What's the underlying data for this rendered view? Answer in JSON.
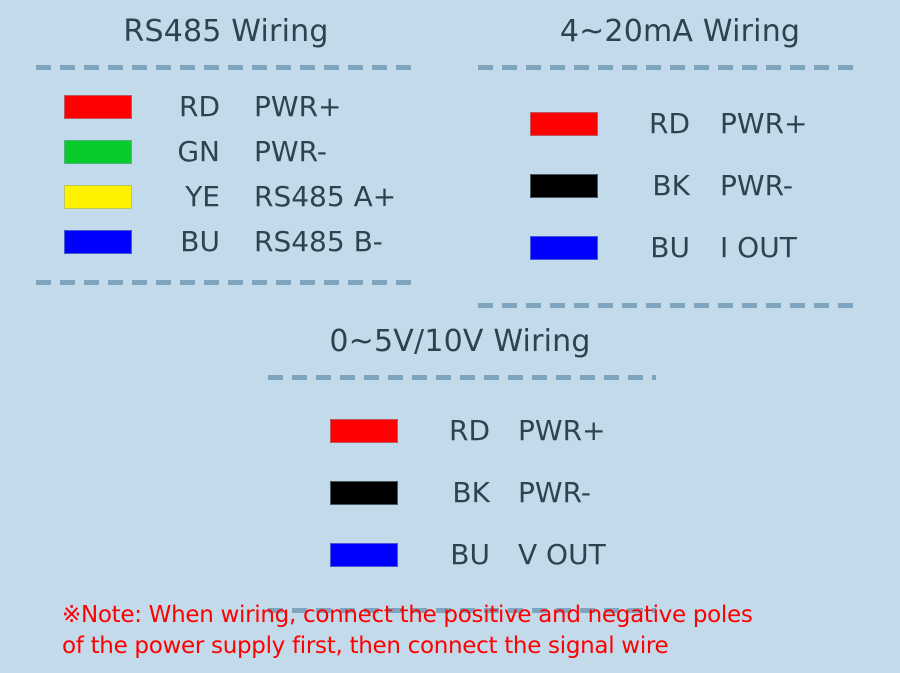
{
  "background_color": "#c3daea",
  "text_color": "#2b4550",
  "rule_color": "#7ea5bd",
  "panels": [
    {
      "id": "rs485",
      "title": "RS485 Wiring",
      "rows": [
        {
          "swatch_color": "#ff0000",
          "swatch_name": "red-wire-swatch",
          "code": "RD",
          "function": "PWR+"
        },
        {
          "swatch_color": "#0acb2c",
          "swatch_name": "green-wire-swatch",
          "code": "GN",
          "function": "PWR-"
        },
        {
          "swatch_color": "#fff200",
          "swatch_name": "yellow-wire-swatch",
          "code": "YE",
          "function": "RS485 A+"
        },
        {
          "swatch_color": "#0000ff",
          "swatch_name": "blue-wire-swatch",
          "code": "BU",
          "function": "RS485 B-"
        }
      ]
    },
    {
      "id": "current-loop",
      "title": "4~20mA Wiring",
      "rows": [
        {
          "swatch_color": "#ff0000",
          "swatch_name": "red-wire-swatch",
          "code": "RD",
          "function": "PWR+"
        },
        {
          "swatch_color": "#000000",
          "swatch_name": "black-wire-swatch",
          "code": "BK",
          "function": "PWR-"
        },
        {
          "swatch_color": "#0000ff",
          "swatch_name": "blue-wire-swatch",
          "code": "BU",
          "function": "I OUT"
        }
      ]
    },
    {
      "id": "voltage",
      "title": "0~5V/10V Wiring",
      "rows": [
        {
          "swatch_color": "#ff0000",
          "swatch_name": "red-wire-swatch",
          "code": "RD",
          "function": "PWR+"
        },
        {
          "swatch_color": "#000000",
          "swatch_name": "black-wire-swatch",
          "code": "BK",
          "function": "PWR-"
        },
        {
          "swatch_color": "#0000ff",
          "swatch_name": "blue-wire-swatch",
          "code": "BU",
          "function": "V OUT"
        }
      ]
    }
  ],
  "note": {
    "color": "#ff0000",
    "mark": "※",
    "line1": "※Note: When wiring, connect the positive and negative poles",
    "line2": "of the power supply first, then connect the signal wire"
  }
}
